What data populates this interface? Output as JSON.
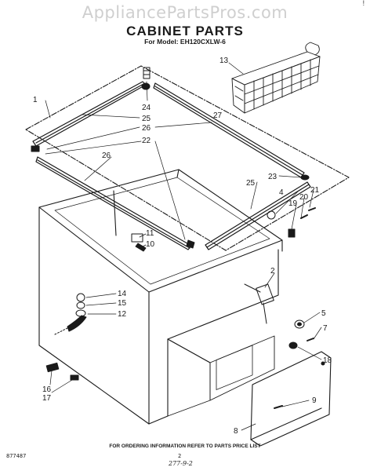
{
  "watermark": "AppliancePartsPros.com",
  "corner_mark": "!",
  "title": "CABINET PARTS",
  "model_line": "For Model: EH120CXLW-6",
  "footer_note": "FOR ORDERING INFORMATION REFER TO PARTS PRICE LIST",
  "doc_id": "877487",
  "page_number": "2",
  "handwritten_note": "277-9-2",
  "callouts": {
    "c1": "1",
    "c13": "13",
    "c24": "24",
    "c25a": "25",
    "c26a": "26",
    "c27": "27",
    "c22": "22",
    "c26b": "26",
    "c23": "23",
    "c25b": "25",
    "c21": "21",
    "c4": "4",
    "c19": "19",
    "c20": "20",
    "c11": "11",
    "c10": "10",
    "c2": "2",
    "c14": "14",
    "c15": "15",
    "c12": "12",
    "c5": "5",
    "c7": "7",
    "c18": "18",
    "c16": "16",
    "c17": "17",
    "c9": "9",
    "c8": "8"
  }
}
